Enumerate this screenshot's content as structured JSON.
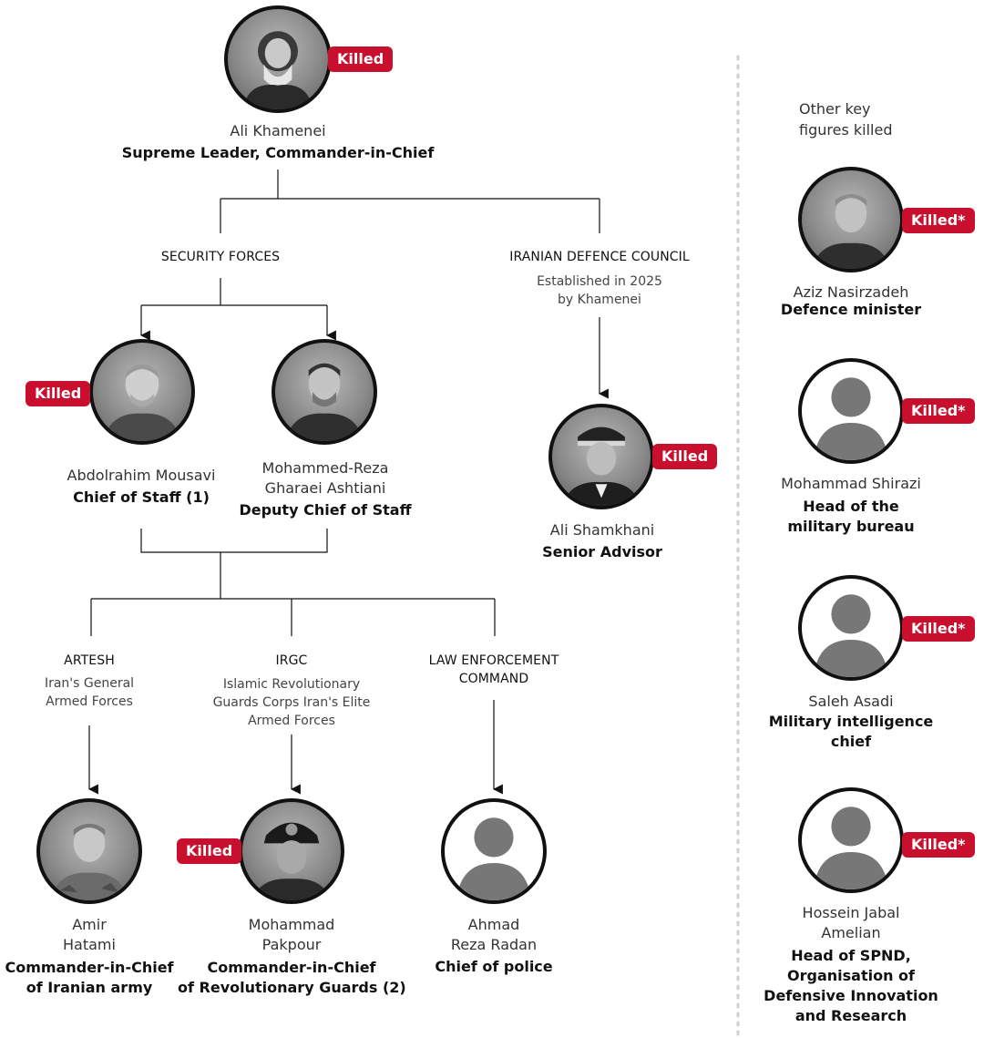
{
  "badges": {
    "killed": "Killed",
    "killed_star": "Killed*"
  },
  "colors": {
    "badge_red": "#c8102e",
    "line": "#111111",
    "divider": "#cccccc",
    "silhouette": "#777777"
  },
  "leader": {
    "name": "Ali Khamenei",
    "role": "Supreme Leader, Commander-in-Chief"
  },
  "groups": {
    "security_forces": "SECURITY FORCES",
    "defence_council": "IRANIAN DEFENCE COUNCIL",
    "defence_council_note": [
      "Established in 2025",
      "by Khamenei"
    ],
    "artesh": "ARTESH",
    "artesh_note": [
      "Iran's General",
      "Armed Forces"
    ],
    "irgc": "IRGC",
    "irgc_note": [
      "Islamic Revolutionary",
      "Guards Corps Iran's Elite",
      "Armed Forces"
    ],
    "law": [
      "LAW ENFORCEMENT",
      "COMMAND"
    ]
  },
  "people": {
    "mousavi": {
      "name": "Abdolrahim Mousavi",
      "role": "Chief of Staff (1)"
    },
    "ashtiani": {
      "name": [
        "Mohammed-Reza",
        "Gharaei Ashtiani"
      ],
      "role": "Deputy Chief of Staff"
    },
    "shamkhani": {
      "name": "Ali Shamkhani",
      "role": "Senior Advisor"
    },
    "hatami": {
      "name": [
        "Amir",
        "Hatami"
      ],
      "role": [
        "Commander-in-Chief",
        "of Iranian army"
      ]
    },
    "pakpour": {
      "name": [
        "Mohammad",
        "Pakpour"
      ],
      "role": [
        "Commander-in-Chief",
        "of Revolutionary Guards (2)"
      ]
    },
    "radan": {
      "name": [
        "Ahmad",
        "Reza Radan"
      ],
      "role": "Chief of police"
    }
  },
  "sidebar": {
    "title": [
      "Other key",
      "figures killed"
    ],
    "figures": [
      {
        "name": "Aziz Nasirzadeh",
        "role": [
          "Defence minister"
        ]
      },
      {
        "name": "Mohammad Shirazi",
        "role": [
          "Head of the",
          "military bureau"
        ]
      },
      {
        "name": "Saleh Asadi",
        "role": [
          "Military intelligence",
          "chief"
        ]
      },
      {
        "name": [
          "Hossein Jabal",
          "Amelian"
        ],
        "role": [
          "Head of SPND,",
          "Organisation of",
          "Defensive Innovation",
          "and Research"
        ]
      }
    ]
  }
}
